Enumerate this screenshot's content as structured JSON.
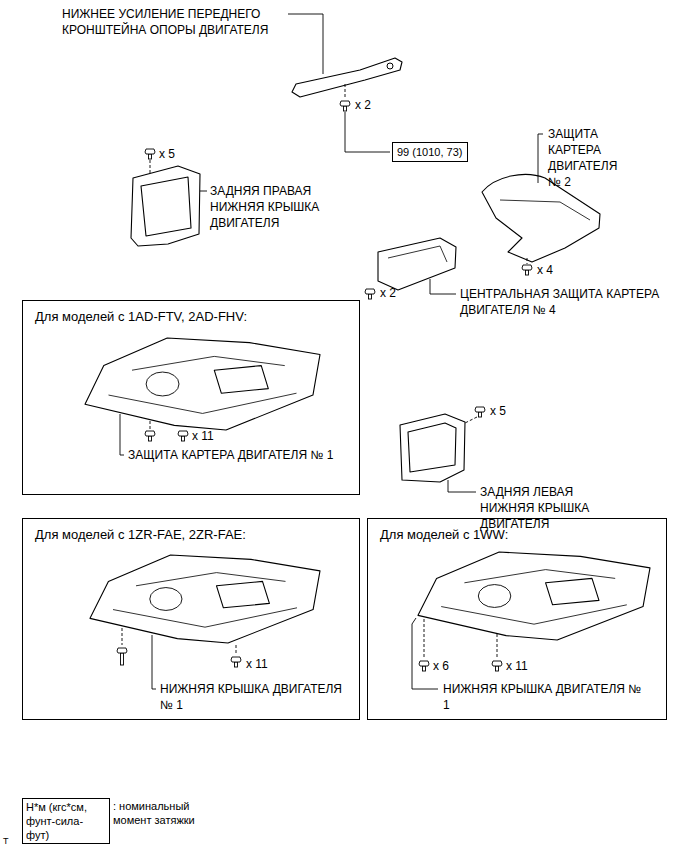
{
  "diagram": {
    "nodes": [
      {
        "text": [
          "Для моделей с 1AD-FTV, 2AD-FHV:"
        ]
      },
      {
        "text": [
          "Для моделей с 1ZR-FAE, 2ZR-FAE:"
        ]
      },
      {
        "text": [
          "Для моделей с 1WW:"
        ]
      },
      {
        "text": [
          "99 (1010, 73)"
        ]
      },
      {
        "text": [
          "Н*м (кгс*см, фунт-сила-фут)"
        ]
      }
    ],
    "labels": [
      "НИЖНЕЕ УСИЛЕНИЕ ПЕРЕДНЕГО КРОНШТЕЙНА ОПОРЫ ДВИГАТЕЛЯ",
      "x 2",
      "x 5",
      "ЗАДНЯЯ ПРАВАЯ НИЖНЯЯ КРЫШКА ДВИГАТЕЛЯ",
      "ЗАЩИТА КАРТЕРА ДВИГАТЕЛЯ № 2",
      "x 4",
      "x 2",
      "ЦЕНТРАЛЬНАЯ ЗАЩИТА КАРТЕРА ДВИГАТЕЛЯ № 4",
      "x 11",
      "ЗАЩИТА КАРТЕРА ДВИГАТЕЛЯ № 1",
      "x 5",
      "ЗАДНЯЯ ЛЕВАЯ НИЖНЯЯ КРЫШКА ДВИГАТЕЛЯ",
      "x 11",
      "НИЖНЯЯ КРЫШКА ДВИГАТЕЛЯ № 1",
      "x 6",
      "x 11",
      "НИЖНЯЯ КРЫШКА ДВИГАТЕЛЯ № 1",
      ": номинальный момент затяжки",
      "T"
    ]
  }
}
